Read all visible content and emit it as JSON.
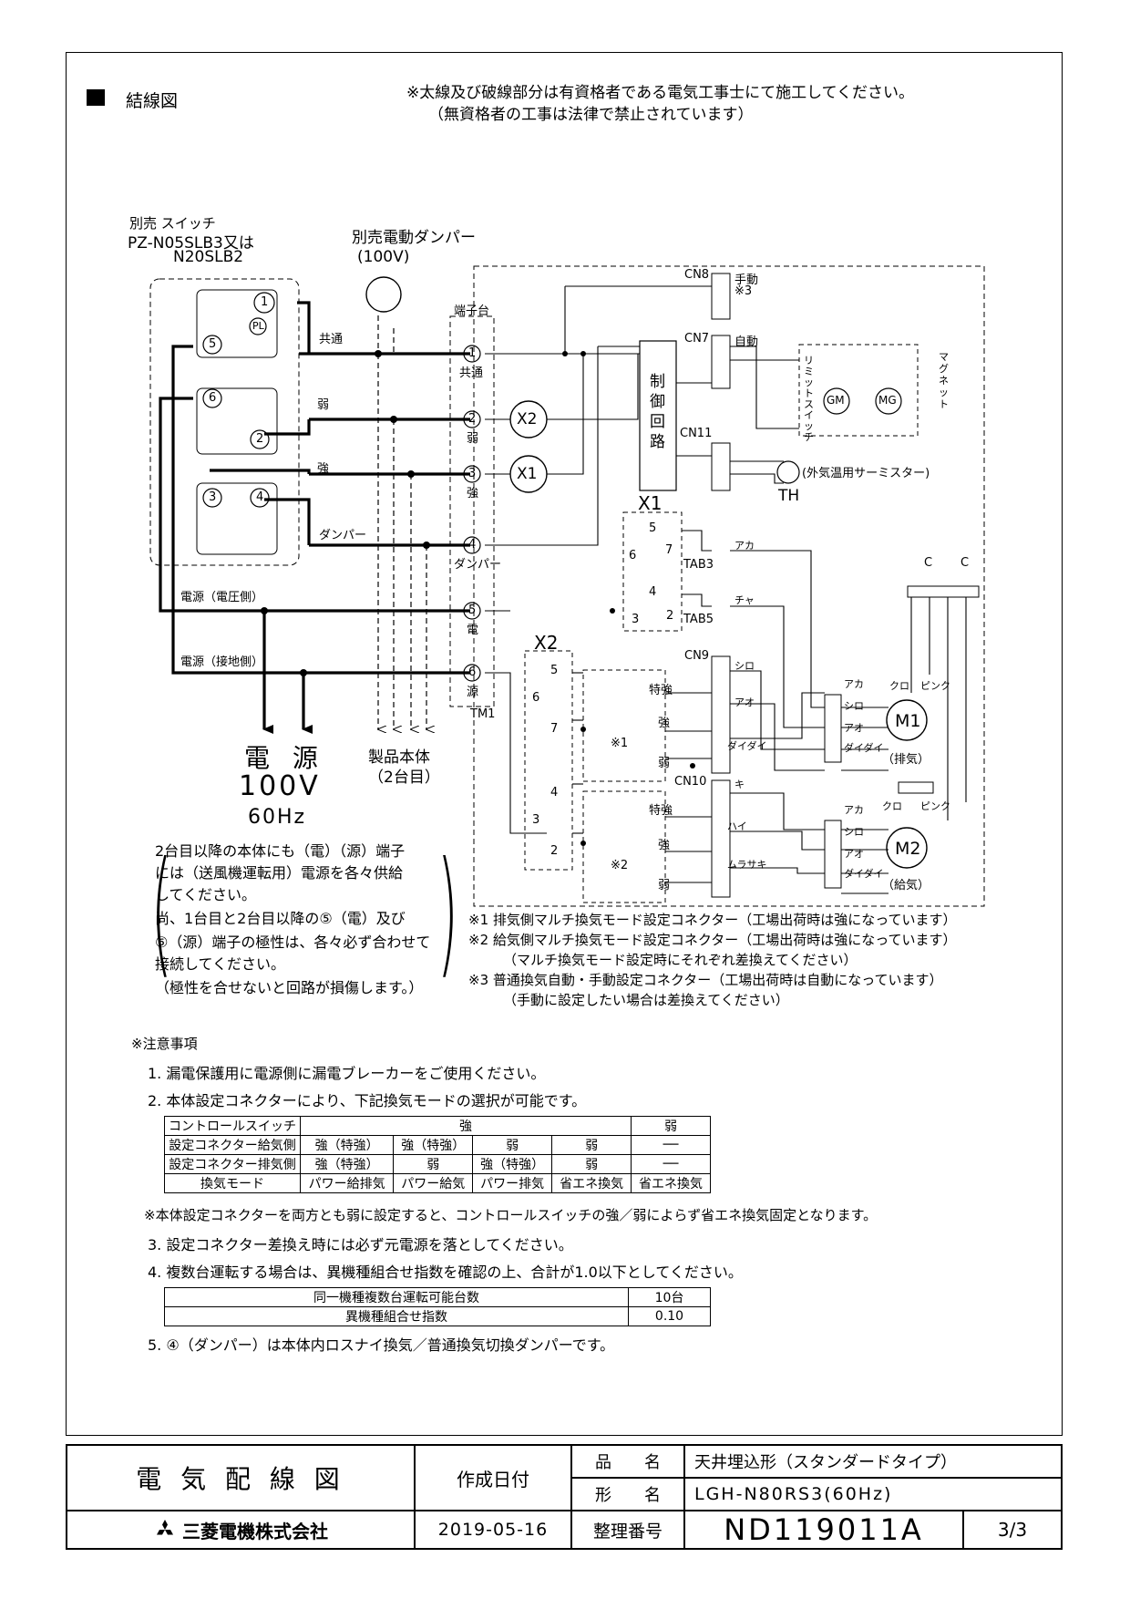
{
  "header": {
    "section_title": "結線図",
    "warning_line1": "※太線及び破線部分は有資格者である電気工事士にて施工してください。",
    "warning_line2": "（無資格者の工事は法律で禁止されています）"
  },
  "switch": {
    "label_line1": "別売 スイッチ",
    "label_line2": "PZ-N05SLB3又は",
    "label_line3": "N20SLB2",
    "terminal_1": "1",
    "terminal_2": "2",
    "terminal_3": "3",
    "terminal_4": "4",
    "terminal_5": "5",
    "terminal_6": "6",
    "pl": "PL"
  },
  "damper": {
    "label_line1": "別売電動ダンパー",
    "label_line2": "(100V)"
  },
  "wires": {
    "common": "共通",
    "weak": "弱",
    "strong": "強",
    "damper": "ダンパー",
    "power_voltage": "電源（電圧側）",
    "power_ground": "電源（接地側）"
  },
  "terminal_block": {
    "title": "端子台",
    "t1": "1",
    "t1_label": "共通",
    "t2": "2",
    "t2_label": "弱",
    "t3": "3",
    "t3_label": "強",
    "t4": "4",
    "t4_label": "ダンパー",
    "t5": "5",
    "t5_label": "電",
    "t6": "6",
    "t6_label": "源",
    "tm1": "TM1"
  },
  "relays": {
    "x1": "X1",
    "x2": "X2",
    "x1_coil": "X1",
    "x2_coil": "X2"
  },
  "control": {
    "circuit": "制御回路",
    "cn8": "CN8",
    "cn7": "CN7",
    "cn11": "CN11",
    "cn9": "CN9",
    "cn10": "CN10",
    "manual": "手動",
    "manual_note": "※3",
    "auto": "自動",
    "limit_switch": "リミットスイッチ",
    "magnet": "マグネット",
    "gm": "GM",
    "mg": "MG",
    "th": "TH",
    "thermistor": "(外気温用サーミスター)",
    "tab3": "TAB3",
    "tab5": "TAB5",
    "red": "アカ",
    "brown": "チャ",
    "x1_5": "5",
    "x1_6": "6",
    "x1_7": "7",
    "x1_4": "4",
    "x1_3": "3",
    "x1_2": "2",
    "x2_5": "5",
    "x2_6": "6",
    "x2_7": "7",
    "x2_4": "4",
    "x2_3": "3",
    "x2_2": "2",
    "tokkyo": "特強",
    "kyo": "強",
    "jaku": "弱",
    "note1": "※1",
    "note2": "※2",
    "white": "シロ",
    "blue": "アオ",
    "orange": "ダイダイ",
    "yellow": "キ",
    "gray": "ハイ",
    "purple": "ムラサキ",
    "black": "クロ",
    "pink": "ピンク",
    "cap": "C",
    "m1": "M1",
    "m1_label": "（排気）",
    "m2": "M2",
    "m2_label": "（給気）"
  },
  "power": {
    "label": "電 源",
    "voltage": "100V",
    "freq": "60Hz"
  },
  "product": {
    "label_line1": "製品本体",
    "label_line2": "（2台目）"
  },
  "bracket_note": [
    "2台目以降の本体にも（電）（源）端子",
    "には（送風機運転用）電源を各々供給",
    "してください。",
    "尚、1台目と2台目以降の⑤（電）及び",
    "⑥（源）端子の極性は、各々必ず合わせて",
    "接続してください。",
    "（極性を合せないと回路が損傷します。）"
  ],
  "footnotes": [
    "※1 排気側マルチ換気モード設定コネクター（工場出荷時は強になっています）",
    "※2 給気側マルチ換気モード設定コネクター（工場出荷時は強になっています）",
    "（マルチ換気モード設定時にそれぞれ差換えてください）",
    "※3 普通換気自動・手動設定コネクター（工場出荷時は自動になっています）",
    "（手動に設定したい場合は差換えてください）"
  ],
  "notes": {
    "title": "※注意事項",
    "n1": "1. 漏電保護用に電源側に漏電ブレーカーをご使用ください。",
    "n2": "2. 本体設定コネクターにより、下記換気モードの選択が可能です。",
    "n2_table": {
      "header": [
        "コントロールスイッチ",
        "強",
        "弱"
      ],
      "rows": [
        [
          "設定コネクター給気側",
          "強（特強）",
          "強（特強）",
          "弱",
          "弱",
          "──"
        ],
        [
          "設定コネクター排気側",
          "強（特強）",
          "弱",
          "強（特強）",
          "弱",
          "──"
        ],
        [
          "換気モード",
          "パワー給排気",
          "パワー給気",
          "パワー排気",
          "省エネ換気",
          "省エネ換気"
        ]
      ]
    },
    "n2_after": "※本体設定コネクターを両方とも弱に設定すると、コントロールスイッチの強／弱によらず省エネ換気固定となります。",
    "n3": "3. 設定コネクター差換え時には必ず元電源を落としてください。",
    "n4": "4. 複数台運転する場合は、異機種組合せ指数を確認の上、合計が1.0以下としてください。",
    "n4_table": [
      [
        "同一機種複数台運転可能台数",
        "10台"
      ],
      [
        "異機種組合せ指数",
        "0.10"
      ]
    ],
    "n5": "5. ④（ダンパー）は本体内ロスナイ換気／普通換気切換ダンパーです。"
  },
  "title_block": {
    "drawing_title": "電 気 配 線 図",
    "date_label": "作成日付",
    "date": "2019-05-16",
    "product_name_label": "品　　名",
    "model_label": "形　　名",
    "product_name": "天井埋込形（スタンダードタイプ）",
    "model": "LGH-N80RS3(60Hz)",
    "drawing_no_label": "整理番号",
    "drawing_no": "ND119011A",
    "sheet": "3/3",
    "company": "三菱電機株式会社"
  }
}
